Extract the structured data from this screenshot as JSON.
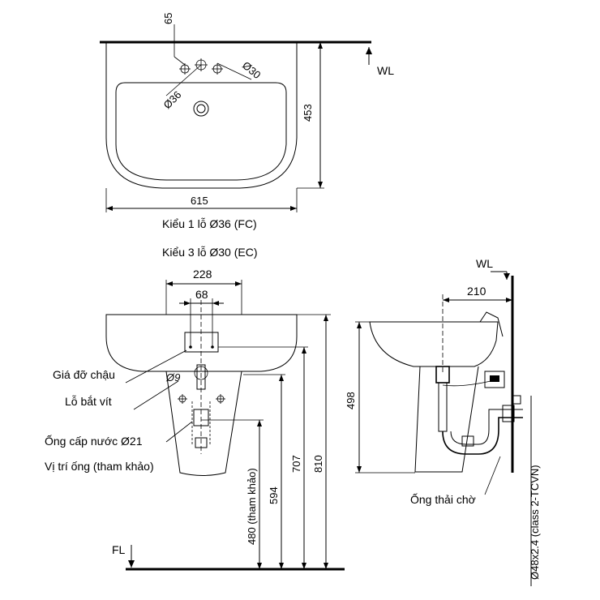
{
  "top_view": {
    "dim_hole_offset": "65",
    "dim_hole_small": "Ø36",
    "dim_hole_large": "Ø30",
    "dim_depth": "453",
    "dim_width": "615",
    "wall_label": "WL",
    "caption_line1": "Kiểu 1 lỗ Ø36 (FC)",
    "caption_line2": "Kiểu 3 lỗ Ø30 (EC)"
  },
  "front_view": {
    "dim_bracket_span": "228",
    "dim_screw_span": "68",
    "dim_hole": "Ø9",
    "label_bracket": "Giá đỡ chậu",
    "label_screw_hole": "Lỗ bắt vít",
    "label_supply_pipe": "Ống cấp nước Ø21",
    "label_pipe_position": "Vị trí ống (tham khảo)",
    "dim_480": "480 (tham khảo)",
    "dim_594": "594",
    "dim_707": "707",
    "dim_810": "810",
    "floor_label": "FL"
  },
  "side_view": {
    "wall_label": "WL",
    "dim_projection": "210",
    "dim_height": "498",
    "label_drain": "Ống thải chờ",
    "label_drain_spec": "Ø48x2.4 (class 2-TCVN)"
  }
}
